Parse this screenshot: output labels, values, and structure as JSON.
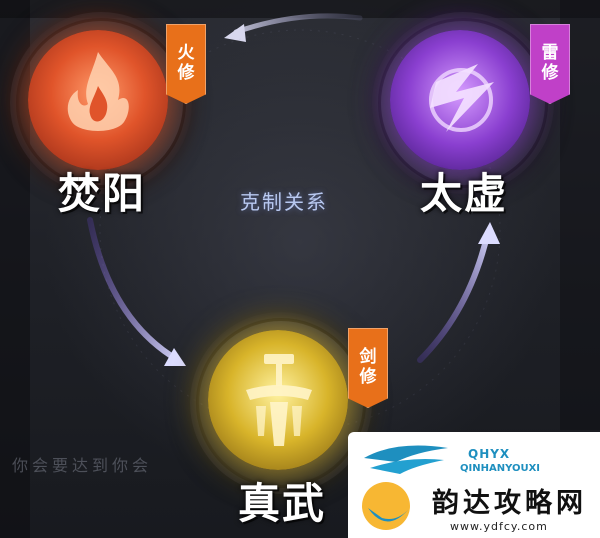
{
  "center_label": "克制关系",
  "faded_caption": "你会要达到你会",
  "nodes": {
    "fenyang": {
      "name": "焚阳",
      "badge": [
        "火",
        "修"
      ],
      "color": "#e0542a",
      "badge_color": "#e8701a",
      "icon": "flame-icon"
    },
    "taixu": {
      "name": "太虚",
      "badge": [
        "雷",
        "修"
      ],
      "color": "#8a3fd0",
      "badge_color": "#c040c8",
      "icon": "lightning-icon"
    },
    "zhenwu": {
      "name": "真武",
      "badge": [
        "剑",
        "修"
      ],
      "color": "#d8b42a",
      "badge_color": "#e8701a",
      "icon": "sword-icon"
    }
  },
  "relations": [
    {
      "from": "焚阳",
      "to": "真武"
    },
    {
      "from": "真武",
      "to": "太虚"
    },
    {
      "from": "太虚",
      "to": "焚阳"
    }
  ],
  "watermark": {
    "brand": "QHYX",
    "pinyin": "QINHANYOUXI",
    "site_name": "韵达攻略网",
    "url": "www.ydfcy.com"
  }
}
